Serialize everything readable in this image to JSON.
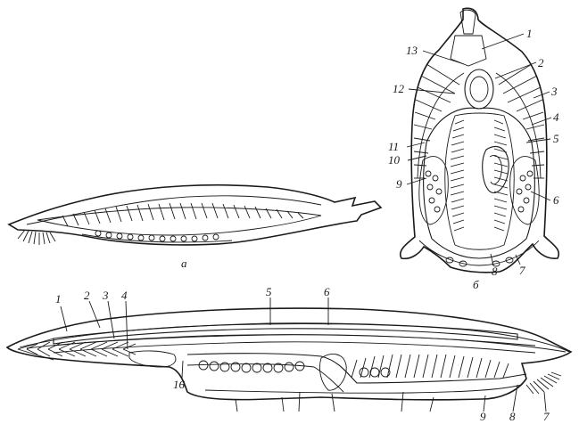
{
  "panels": {
    "a": {
      "label": "а"
    },
    "b": {
      "label": "б",
      "callouts": [
        "1",
        "2",
        "3",
        "4",
        "5",
        "6",
        "7",
        "8",
        "9",
        "10",
        "11",
        "12",
        "13"
      ]
    },
    "c": {
      "callouts": [
        "1",
        "2",
        "3",
        "4",
        "5",
        "6",
        "16",
        "9",
        "8",
        "7"
      ]
    }
  }
}
